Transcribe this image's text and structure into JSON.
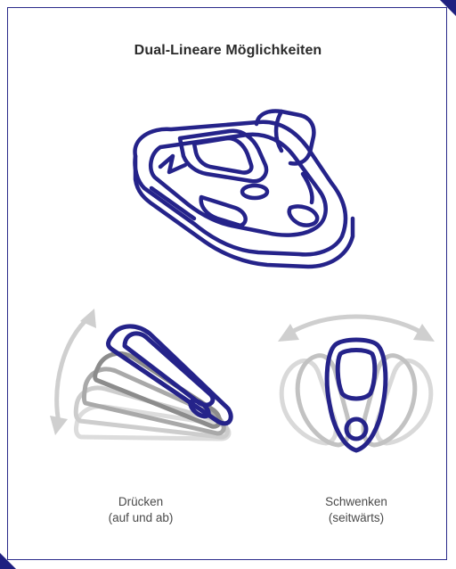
{
  "title": "Dual-Lineare Möglichkeiten",
  "captions": {
    "press": {
      "line1": "Drücken",
      "line2": "(auf und ab)"
    },
    "swivel": {
      "line1": "Schwenken",
      "line2": "(seitwärts)"
    }
  },
  "colors": {
    "accent": "#25238a",
    "ghost": "#c9c9c9",
    "arrow": "#cfcfcf",
    "frame": "#2a2a8a"
  },
  "icons": {
    "main": "controller-3d-icon",
    "press": "press-motion-icon",
    "swivel": "swivel-motion-icon"
  }
}
